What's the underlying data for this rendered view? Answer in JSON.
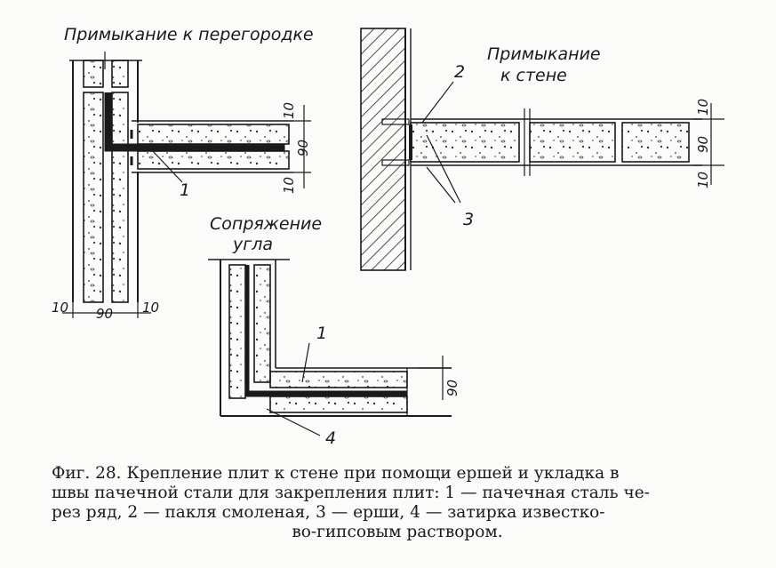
{
  "labels": {
    "partition_joint": "Примыкание к перегородке",
    "wall_joint_line1": "Примыкание",
    "wall_joint_line2": "к стене",
    "corner_joint_line1": "Сопряжение",
    "corner_joint_line2": "угла",
    "callout_1_top": "1",
    "callout_1_bottom": "1",
    "callout_2": "2",
    "callout_3": "3",
    "callout_4": "4"
  },
  "dimensions": {
    "partition_top_10": "10",
    "partition_90": "90",
    "partition_bottom_10": "10",
    "partition_left_10": "10",
    "partition_mid_90": "90",
    "partition_right_10": "10",
    "wall_top_10": "10",
    "wall_90": "90",
    "wall_bottom_10": "10",
    "corner_90": "90"
  },
  "caption": {
    "line1": "Фиг. 28. Крепление плит к стене при помощи ершей и укладка в",
    "line2": "швы пачечной стали для закрепления плит: 1 — пачечная сталь че-",
    "line3": "рез ряд, 2 — пакля смоленая, 3 — ерши, 4 — затирка известко-",
    "line4": "во-гипсовым раствором."
  }
}
